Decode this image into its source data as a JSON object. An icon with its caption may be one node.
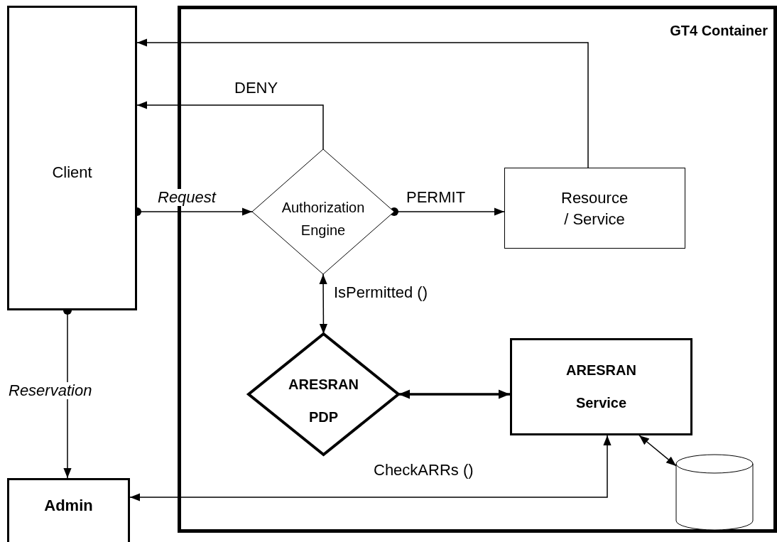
{
  "diagram": {
    "nodes": [
      {
        "text": [
          "GT4 Container"
        ]
      },
      {
        "text": [
          "Client"
        ]
      },
      {
        "text": [
          "Admin"
        ]
      },
      {
        "text": [
          "Authorization Engine"
        ],
        "in": 0
      },
      {
        "text": [
          "Resource / Service"
        ],
        "in": 0
      },
      {
        "text": [
          "ARESRAN PDP"
        ],
        "in": 0
      },
      {
        "text": [
          "ARESRAN Service"
        ],
        "in": 0
      },
      {
        "text": [],
        "shape": "cylinder",
        "in": 0
      }
    ],
    "edges": [
      {
        "from": 1,
        "to": 3,
        "arrow": "to",
        "label": "*Request*"
      },
      {
        "from": 3,
        "to": 4,
        "arrow": "to",
        "label": "PERMIT"
      },
      {
        "from": 3,
        "to": 1,
        "arrow": "to",
        "label": "DENY"
      },
      {
        "from": 4,
        "to": 1,
        "arrow": "to"
      },
      {
        "from": 3,
        "to": 5,
        "arrow": "both",
        "label": "IsPermitted ()"
      },
      {
        "from": 5,
        "to": 6,
        "arrow": "both",
        "style": "thick"
      },
      {
        "from": 2,
        "to": 6,
        "arrow": "both",
        "label": "CheckARRs ()"
      },
      {
        "from": 1,
        "to": 2,
        "arrow": "to",
        "label": "*Reservation*"
      },
      {
        "from": 6,
        "to": 7,
        "arrow": "both"
      }
    ]
  }
}
